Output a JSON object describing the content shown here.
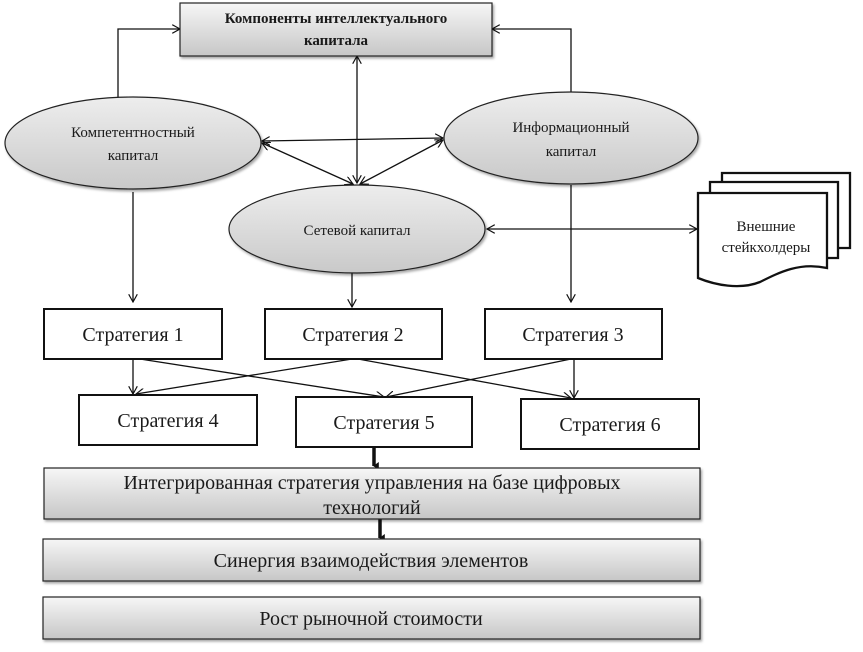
{
  "title_box": {
    "lines": [
      "Компоненты интеллектуального",
      "капитала"
    ]
  },
  "capitals": {
    "competence": {
      "lines": [
        "Компетентностный",
        "капитал"
      ]
    },
    "information": {
      "lines": [
        "Информационный",
        "капитал"
      ]
    },
    "network": {
      "lines": [
        "Сетевой капитал"
      ]
    }
  },
  "stakeholders": {
    "lines": [
      "Внешние",
      "стейкхолдеры"
    ]
  },
  "strategies": [
    {
      "label": "Стратегия 1"
    },
    {
      "label": "Стратегия 2"
    },
    {
      "label": "Стратегия 3"
    },
    {
      "label": "Стратегия 4"
    },
    {
      "label": "Стратегия 5"
    },
    {
      "label": "Стратегия 6"
    }
  ],
  "integrated": {
    "lines": [
      "Интегрированная стратегия управления на базе цифровых",
      "технологий"
    ]
  },
  "synergy": {
    "label": "Синергия взаимодействия элементов"
  },
  "growth": {
    "label": "Рост рыночной стоимости"
  },
  "colors": {
    "gray_top": "#f4f4f4",
    "gray_bottom": "#c8c8c8",
    "stroke": "#111111"
  }
}
